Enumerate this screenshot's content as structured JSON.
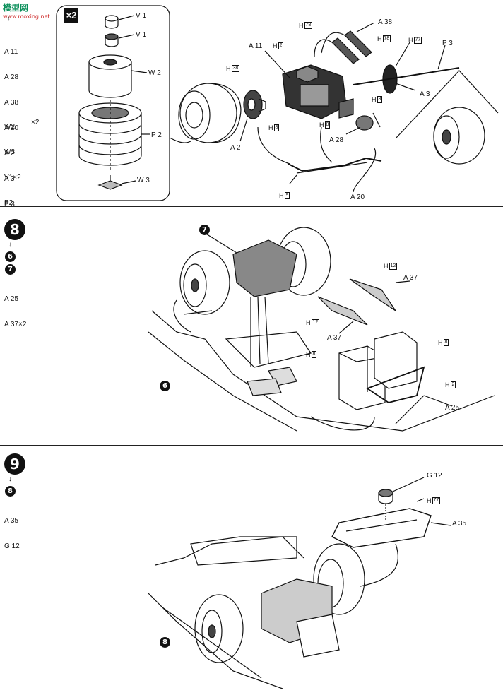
{
  "watermark": {
    "title": "模型网",
    "url": "www.moxing.net"
  },
  "step7": {
    "multiplier": "×2",
    "parts_list": [
      "A 11",
      "A 28",
      "A 38",
      "A 20",
      "A 2",
      "A 3",
      "P 3"
    ],
    "sub_parts": [
      "W2",
      "W3",
      "V1×2",
      "P2"
    ],
    "sub_mult": "×2",
    "labels": {
      "v1a": "V 1",
      "v1b": "V 1",
      "w2": "W 2",
      "p2": "P 2",
      "w3": "W 3",
      "a11": "A 11",
      "a38": "A 38",
      "p3": "P 3",
      "a3": "A 3",
      "a2": "A 2",
      "a28": "A 28",
      "a20": "A 20",
      "h78a": "78",
      "h78b": "78",
      "h77": "77",
      "h2": "2",
      "h8a": "8",
      "h8b": "8",
      "h8c": "8",
      "h38": "38",
      "h9": "9",
      "hprefix": "H"
    }
  },
  "step8": {
    "number": "8",
    "prev_steps": [
      "6",
      "7"
    ],
    "parts_list": [
      "A 25",
      "A 37×2"
    ],
    "labels": {
      "a37a": "A 37",
      "a37b": "A 37",
      "a25": "A 25",
      "h12a": "12",
      "h12b": "12",
      "h8a": "8",
      "h8b": "8",
      "h2": "2",
      "hprefix": "H",
      "ref7": "7",
      "ref6": "6"
    }
  },
  "step9": {
    "number": "9",
    "prev_steps": [
      "8"
    ],
    "parts_list": [
      "A 35",
      "G 12"
    ],
    "labels": {
      "g12": "G 12",
      "a35": "A 35",
      "h77": "77",
      "hprefix": "H",
      "ref8": "8"
    }
  }
}
